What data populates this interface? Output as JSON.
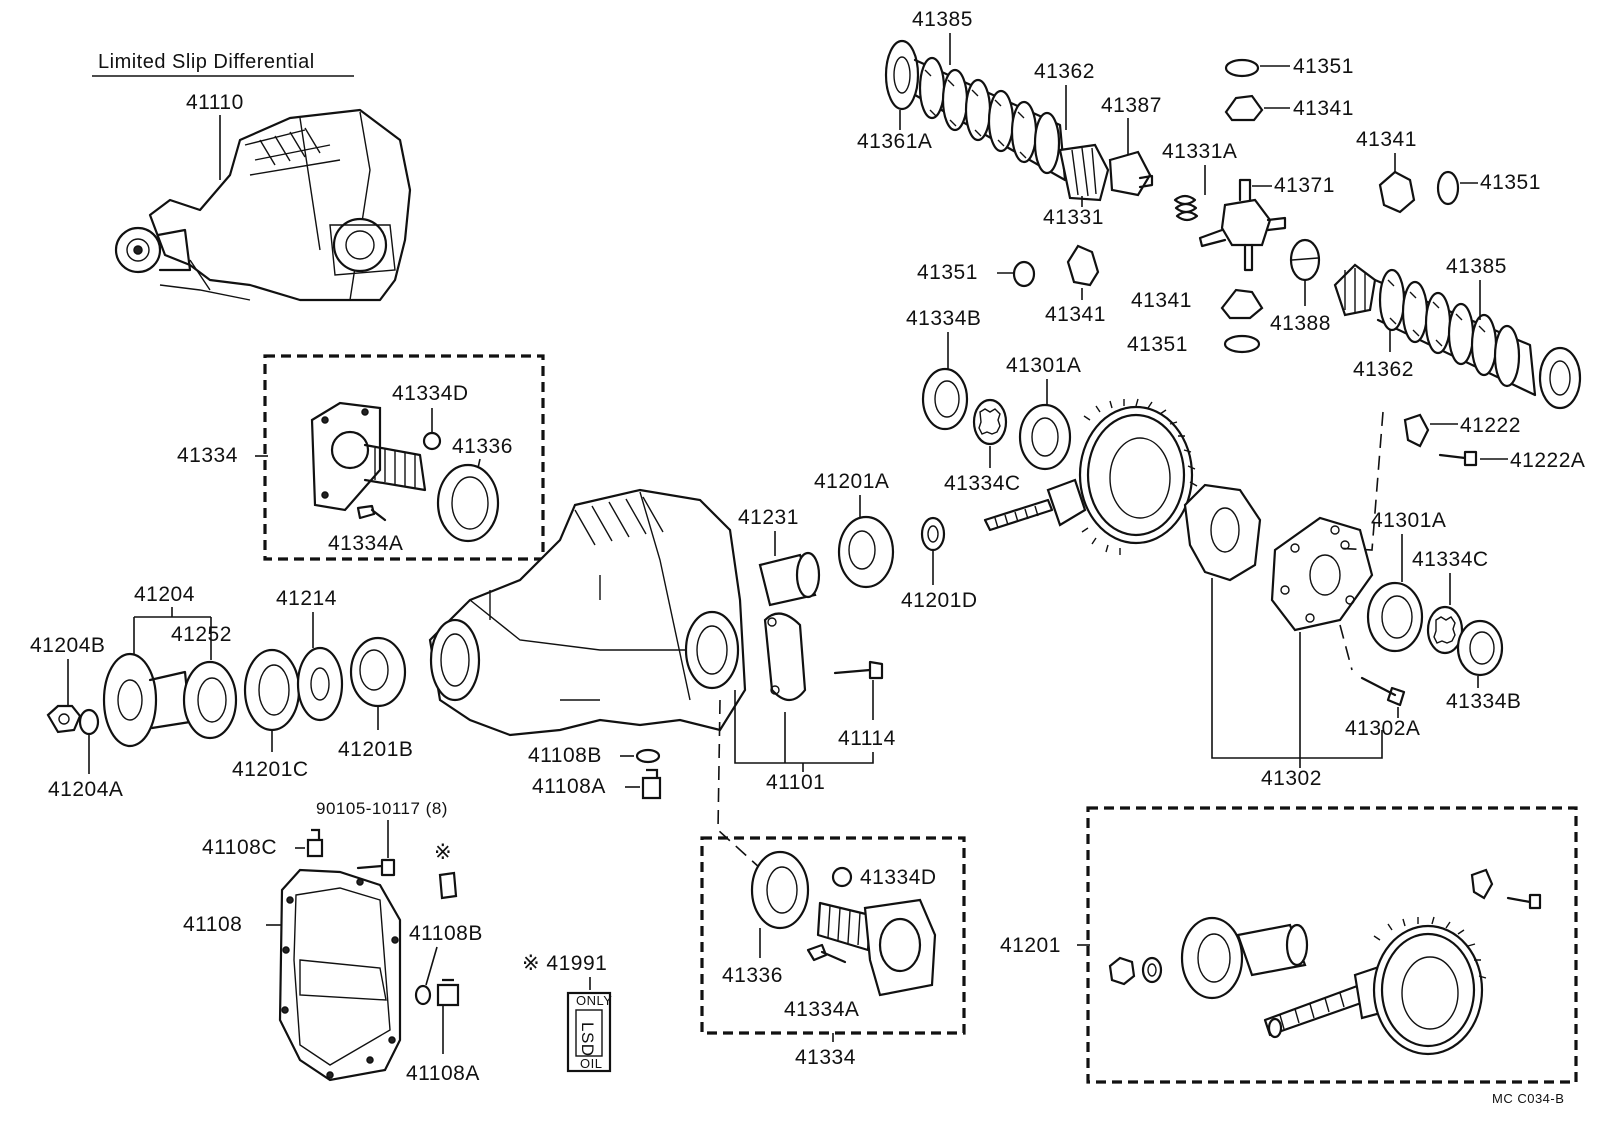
{
  "title": "Limited Slip Differential",
  "code": "MC C034-B",
  "labels": {
    "p41385_top": "41385",
    "p41362_top": "41362",
    "p41387": "41387",
    "p41361A": "41361A",
    "p41331": "41331",
    "p41351_a": "41351",
    "p41341_a": "41341",
    "p41341_b": "41341",
    "p41351_b": "41351",
    "p41331A": "41331A",
    "p41371": "41371",
    "p41351_c": "41351",
    "p41341_c": "41341",
    "p41341_d": "41341",
    "p41351_d": "41351",
    "p41388": "41388",
    "p41385_r": "41385",
    "p41362_r": "41362",
    "p41334B_top": "41334B",
    "p41301A_top": "41301A",
    "p41334C_top": "41334C",
    "p41222": "41222",
    "p41222A": "41222A",
    "p41201A": "41201A",
    "p41231": "41231",
    "p41201D": "41201D",
    "p41301A_r": "41301A",
    "p41334C_r": "41334C",
    "p41334B_r": "41334B",
    "p41302A": "41302A",
    "p41302": "41302",
    "p41110": "41110",
    "p41334_l": "41334",
    "p41334D_l": "41334D",
    "p41336_l": "41336",
    "p41334A_l": "41334A",
    "p41204": "41204",
    "p41252": "41252",
    "p41204B": "41204B",
    "p41214": "41214",
    "p41204A": "41204A",
    "p41201C": "41201C",
    "p41201B": "41201B",
    "p41108B_m": "41108B",
    "p41108A_m": "41108A",
    "p41114": "41114",
    "p41101": "41101",
    "bolt_ref": "90105-10117 (8)",
    "p41108C": "41108C",
    "star_mark": "※",
    "p41108": "41108",
    "p41108B_b": "41108B",
    "p41108A_b": "41108A",
    "p41991": "※ 41991",
    "p41334D_b": "41334D",
    "p41336_b": "41336",
    "p41334A_b": "41334A",
    "p41334_b": "41334",
    "p41201": "41201"
  },
  "lsd_tag": {
    "top": "ONLY",
    "middle": "LSD",
    "bottom": "OIL"
  }
}
